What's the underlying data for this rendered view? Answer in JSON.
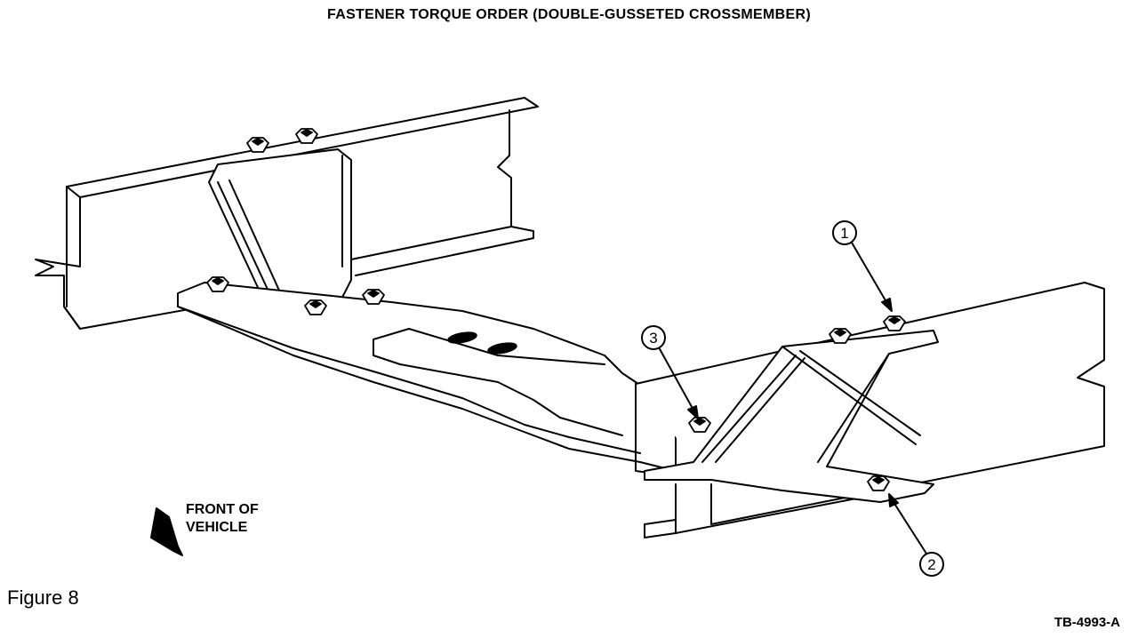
{
  "title": "FASTENER TORQUE ORDER (DOUBLE-GUSSETED CROSSMEMBER)",
  "front_label": [
    "FRONT OF",
    "VEHICLE"
  ],
  "figure_label": "Figure 8",
  "drawing_code": "TB-4993-A",
  "callouts": [
    {
      "number": "1",
      "label": "1"
    },
    {
      "number": "2",
      "label": "2"
    },
    {
      "number": "3",
      "label": "3"
    }
  ]
}
